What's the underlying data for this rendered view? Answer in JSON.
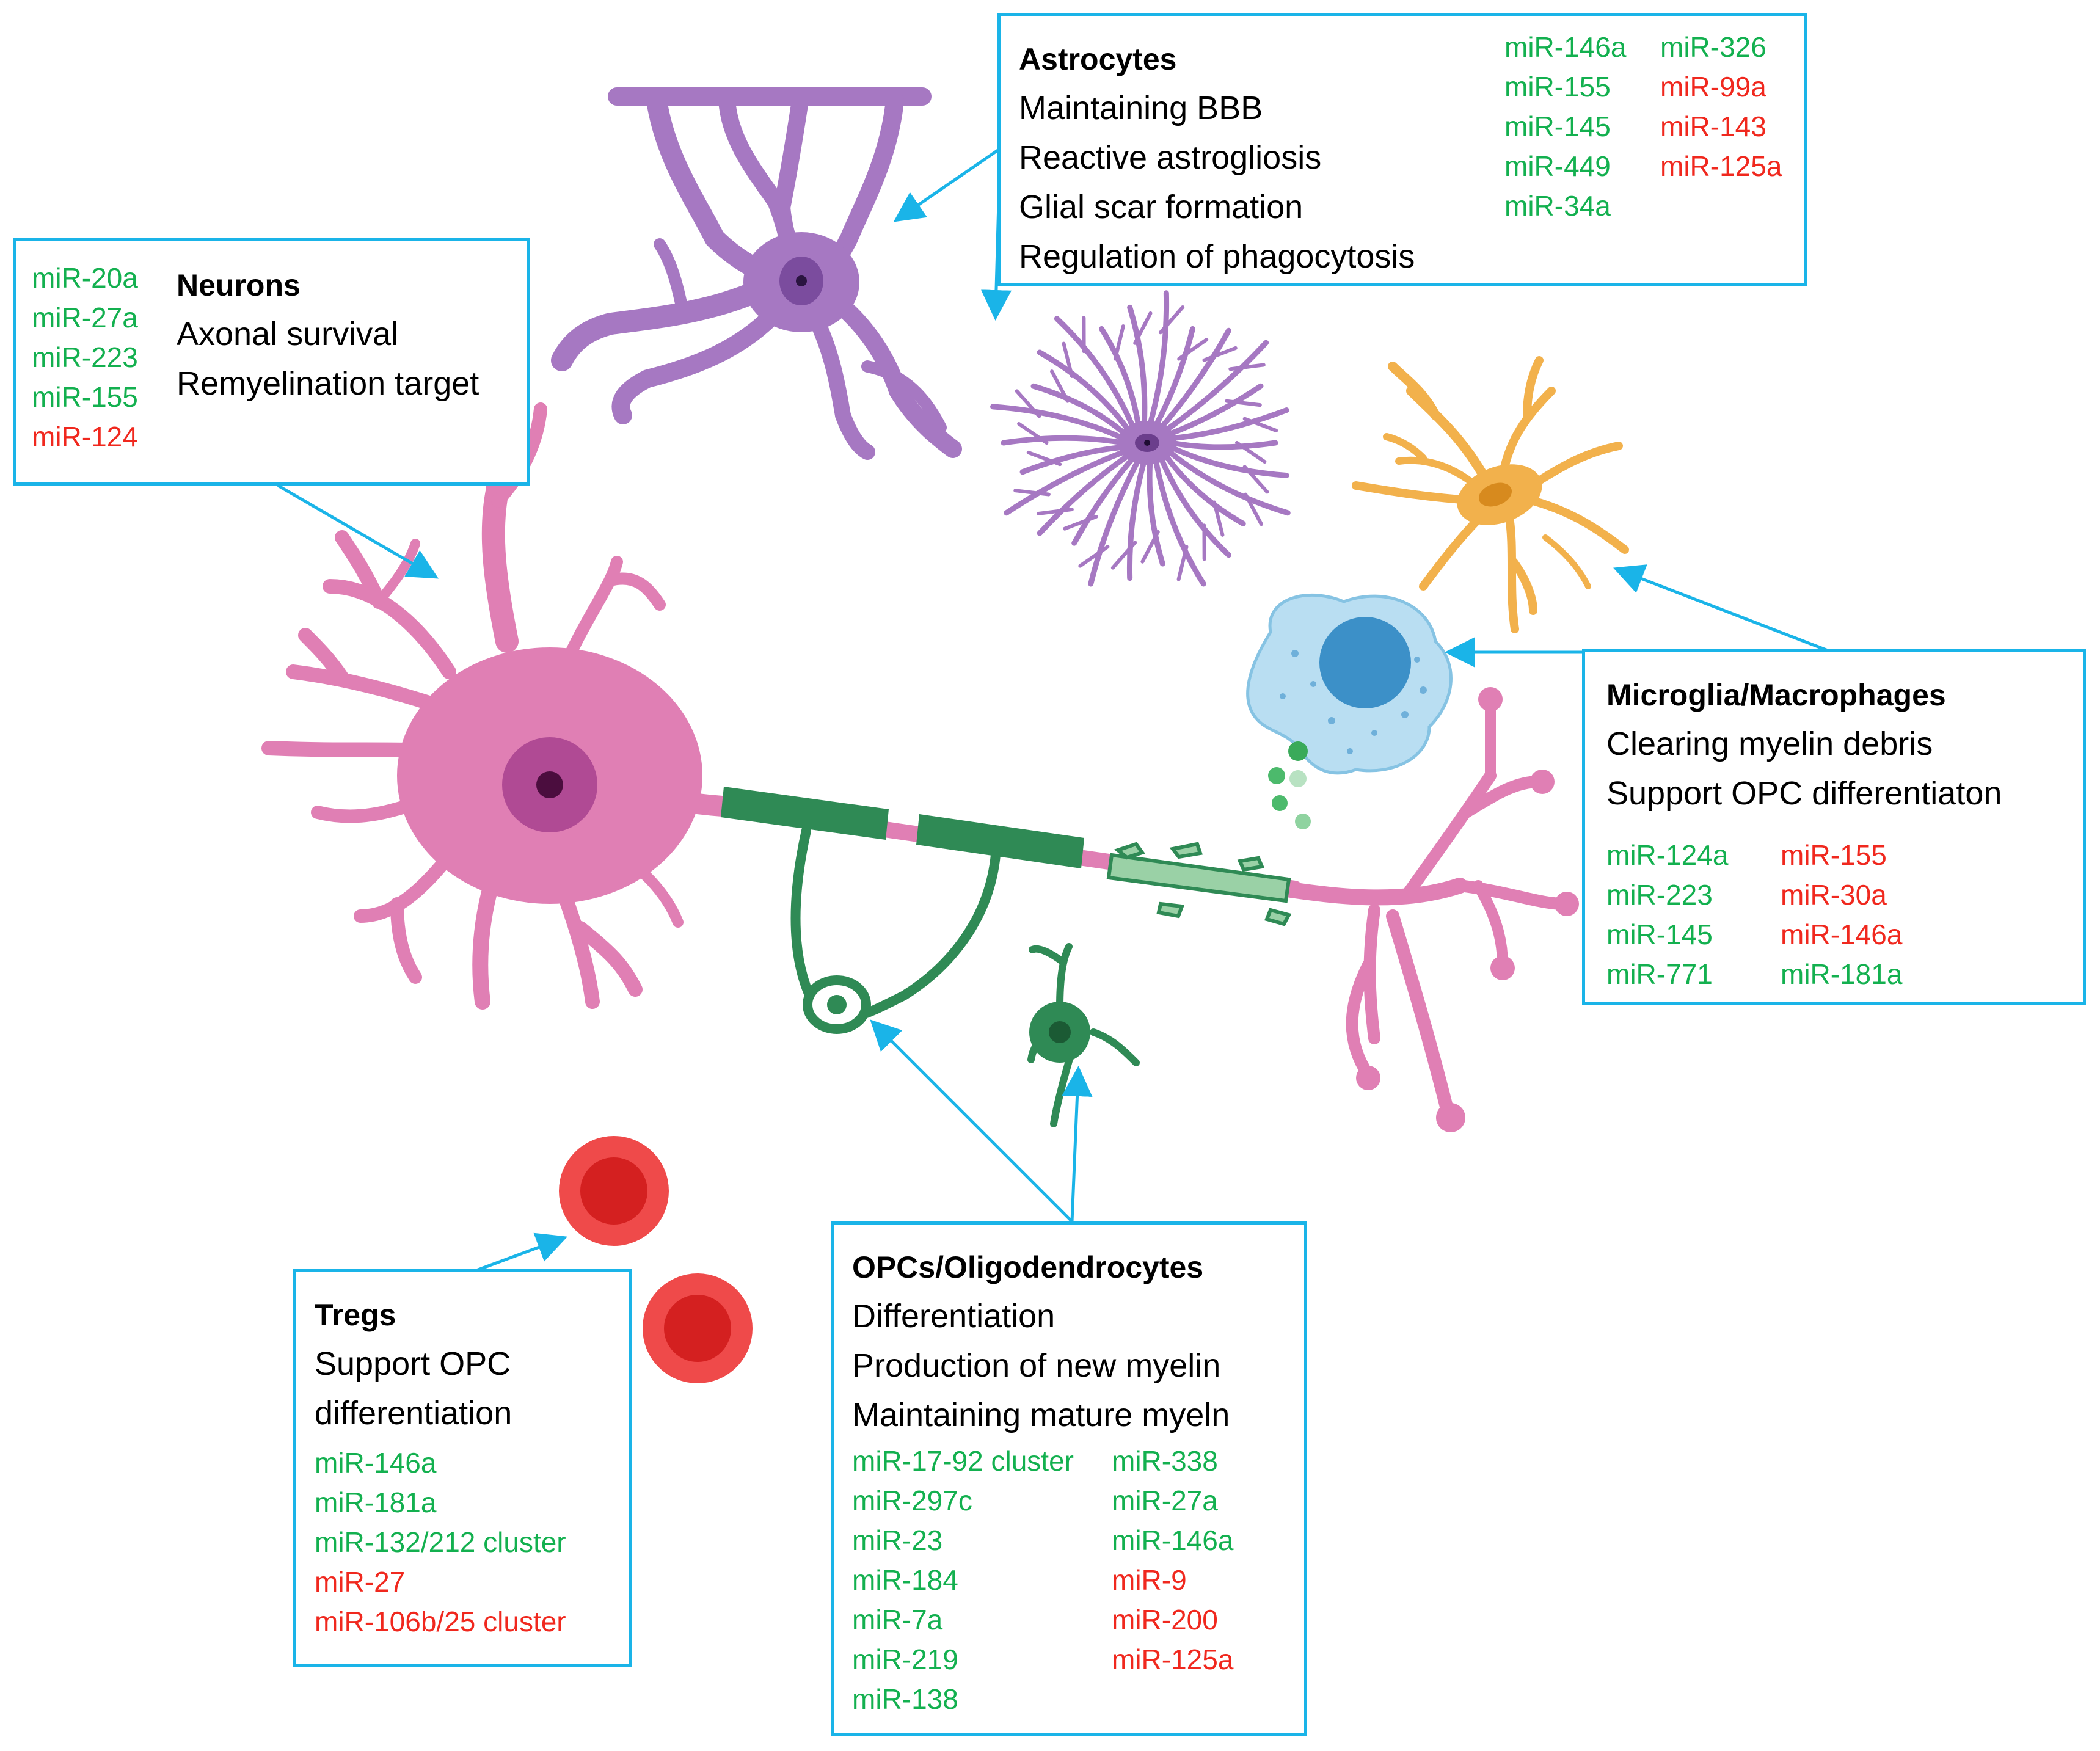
{
  "colors": {
    "protective": "#13b04f",
    "detrimental": "#f0281e",
    "box_border": "#1ab4e8",
    "neuron": "#e07fb4",
    "astrocyte": "#a678c2",
    "microglia": "#f2b14c",
    "macrophage": "#9fd1ec",
    "oligodendrocyte": "#2f8a55",
    "treg": "#ef3d3d"
  },
  "astrocytes": {
    "title": "Astrocytes",
    "functions": [
      "Maintaining BBB",
      "Reactive astrogliosis",
      "Glial scar formation",
      "Regulation of phagocytosis"
    ],
    "col1": [
      {
        "t": "miR-146a",
        "c": "g"
      },
      {
        "t": "miR-155",
        "c": "g"
      },
      {
        "t": "miR-145",
        "c": "g"
      },
      {
        "t": "miR-449",
        "c": "g"
      },
      {
        "t": "miR-34a",
        "c": "g"
      }
    ],
    "col2": [
      {
        "t": "miR-326",
        "c": "g"
      },
      {
        "t": "miR-99a",
        "c": "r"
      },
      {
        "t": "miR-143",
        "c": "r"
      },
      {
        "t": "miR-125a",
        "c": "r"
      }
    ]
  },
  "neurons": {
    "title": "Neurons",
    "functions": [
      "Axonal survival",
      "Remyelination target"
    ],
    "mirs": [
      {
        "t": "miR-20a",
        "c": "g"
      },
      {
        "t": "miR-27a",
        "c": "g"
      },
      {
        "t": "miR-223",
        "c": "g"
      },
      {
        "t": "miR-155",
        "c": "g"
      },
      {
        "t": "miR-124",
        "c": "r"
      }
    ]
  },
  "microglia": {
    "title": "Microglia/Macrophages",
    "functions": [
      "Clearing myelin debris",
      "Support OPC differentiaton"
    ],
    "col1": [
      {
        "t": "miR-124a",
        "c": "g"
      },
      {
        "t": "miR-223",
        "c": "g"
      },
      {
        "t": "miR-145",
        "c": "g"
      },
      {
        "t": "miR-771",
        "c": "g"
      }
    ],
    "col2": [
      {
        "t": "miR-155",
        "c": "r"
      },
      {
        "t": "miR-30a",
        "c": "r"
      },
      {
        "t": "miR-146a",
        "c": "r"
      },
      {
        "t": "miR-181a",
        "c": "g"
      }
    ]
  },
  "tregs": {
    "title": "Tregs",
    "functions": [
      "Support OPC",
      "differentiation"
    ],
    "mirs": [
      {
        "t": "miR-146a",
        "c": "g"
      },
      {
        "t": "miR-181a",
        "c": "g"
      },
      {
        "t": "miR-132/212 cluster",
        "c": "g"
      },
      {
        "t": "miR-27",
        "c": "r"
      },
      {
        "t": "miR-106b/25 cluster",
        "c": "r"
      }
    ]
  },
  "opcs": {
    "title": "OPCs/Oligodendrocytes",
    "functions": [
      "Differentiation",
      "Production of new myelin",
      "Maintaining mature myeln"
    ],
    "col1": [
      {
        "t": "miR-17-92 cluster",
        "c": "g"
      },
      {
        "t": "miR-297c",
        "c": "g"
      },
      {
        "t": "miR-23",
        "c": "g"
      },
      {
        "t": "miR-184",
        "c": "g"
      },
      {
        "t": "miR-7a",
        "c": "g"
      },
      {
        "t": "miR-219",
        "c": "g"
      },
      {
        "t": "miR-138",
        "c": "g"
      }
    ],
    "col2": [
      {
        "t": "miR-338",
        "c": "g"
      },
      {
        "t": "miR-27a",
        "c": "g"
      },
      {
        "t": "miR-146a",
        "c": "g"
      },
      {
        "t": "miR-9",
        "c": "r"
      },
      {
        "t": "miR-200",
        "c": "r"
      },
      {
        "t": "miR-125a",
        "c": "r"
      }
    ]
  }
}
